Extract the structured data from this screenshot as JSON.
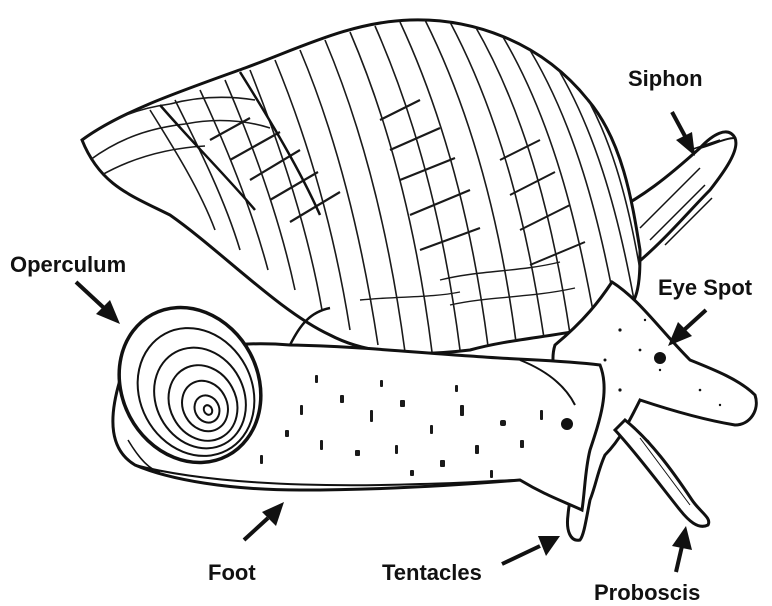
{
  "labels": {
    "siphon": "Siphon",
    "operculum": "Operculum",
    "eye_spot": "Eye Spot",
    "foot": "Foot",
    "tentacles": "Tentacles",
    "proboscis": "Proboscis"
  },
  "colors": {
    "ink": "#111111",
    "paper": "#ffffff",
    "shadow": "#2a2a2a"
  }
}
